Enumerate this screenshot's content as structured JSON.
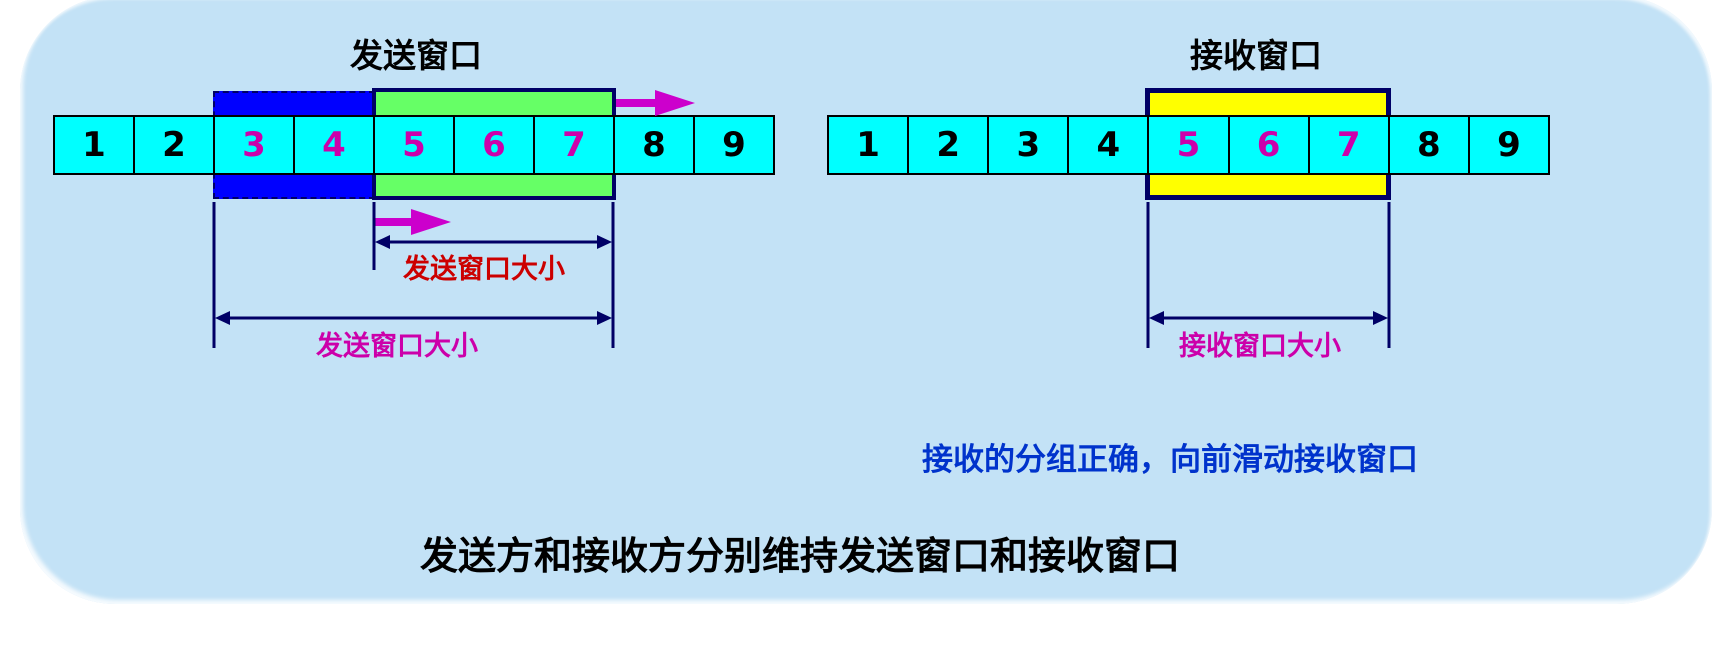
{
  "colors": {
    "background": "#c3e2f6",
    "cell_fill": "#00ffff",
    "sent_unacked_fill": "#0000ff",
    "send_window_fill": "#66ff66",
    "receive_window_fill": "#ffff00",
    "window_border": "#000066",
    "arrow_magenta": "#cc00cc",
    "label_red": "#cc0000",
    "label_magenta": "#cc00aa",
    "note_blue": "#0033cc"
  },
  "sender": {
    "title": "发送窗口",
    "cells": [
      {
        "num": "1",
        "state": "acked"
      },
      {
        "num": "2",
        "state": "acked"
      },
      {
        "num": "3",
        "state": "sent-unacked"
      },
      {
        "num": "4",
        "state": "sent-unacked"
      },
      {
        "num": "5",
        "state": "in-window"
      },
      {
        "num": "6",
        "state": "in-window"
      },
      {
        "num": "7",
        "state": "in-window"
      },
      {
        "num": "8",
        "state": "outside"
      },
      {
        "num": "9",
        "state": "outside"
      }
    ],
    "new_window_size_label": "发送窗口大小",
    "old_window_size_label": "发送窗口大小"
  },
  "receiver": {
    "title": "接收窗口",
    "cells": [
      {
        "num": "1",
        "state": "received"
      },
      {
        "num": "2",
        "state": "received"
      },
      {
        "num": "3",
        "state": "received"
      },
      {
        "num": "4",
        "state": "received"
      },
      {
        "num": "5",
        "state": "in-window"
      },
      {
        "num": "6",
        "state": "in-window"
      },
      {
        "num": "7",
        "state": "in-window"
      },
      {
        "num": "8",
        "state": "outside"
      },
      {
        "num": "9",
        "state": "outside"
      }
    ],
    "window_size_label": "接收窗口大小"
  },
  "note": "接收的分组正确，向前滑动接收窗口",
  "caption": "发送方和接收方分别维持发送窗口和接收窗口"
}
